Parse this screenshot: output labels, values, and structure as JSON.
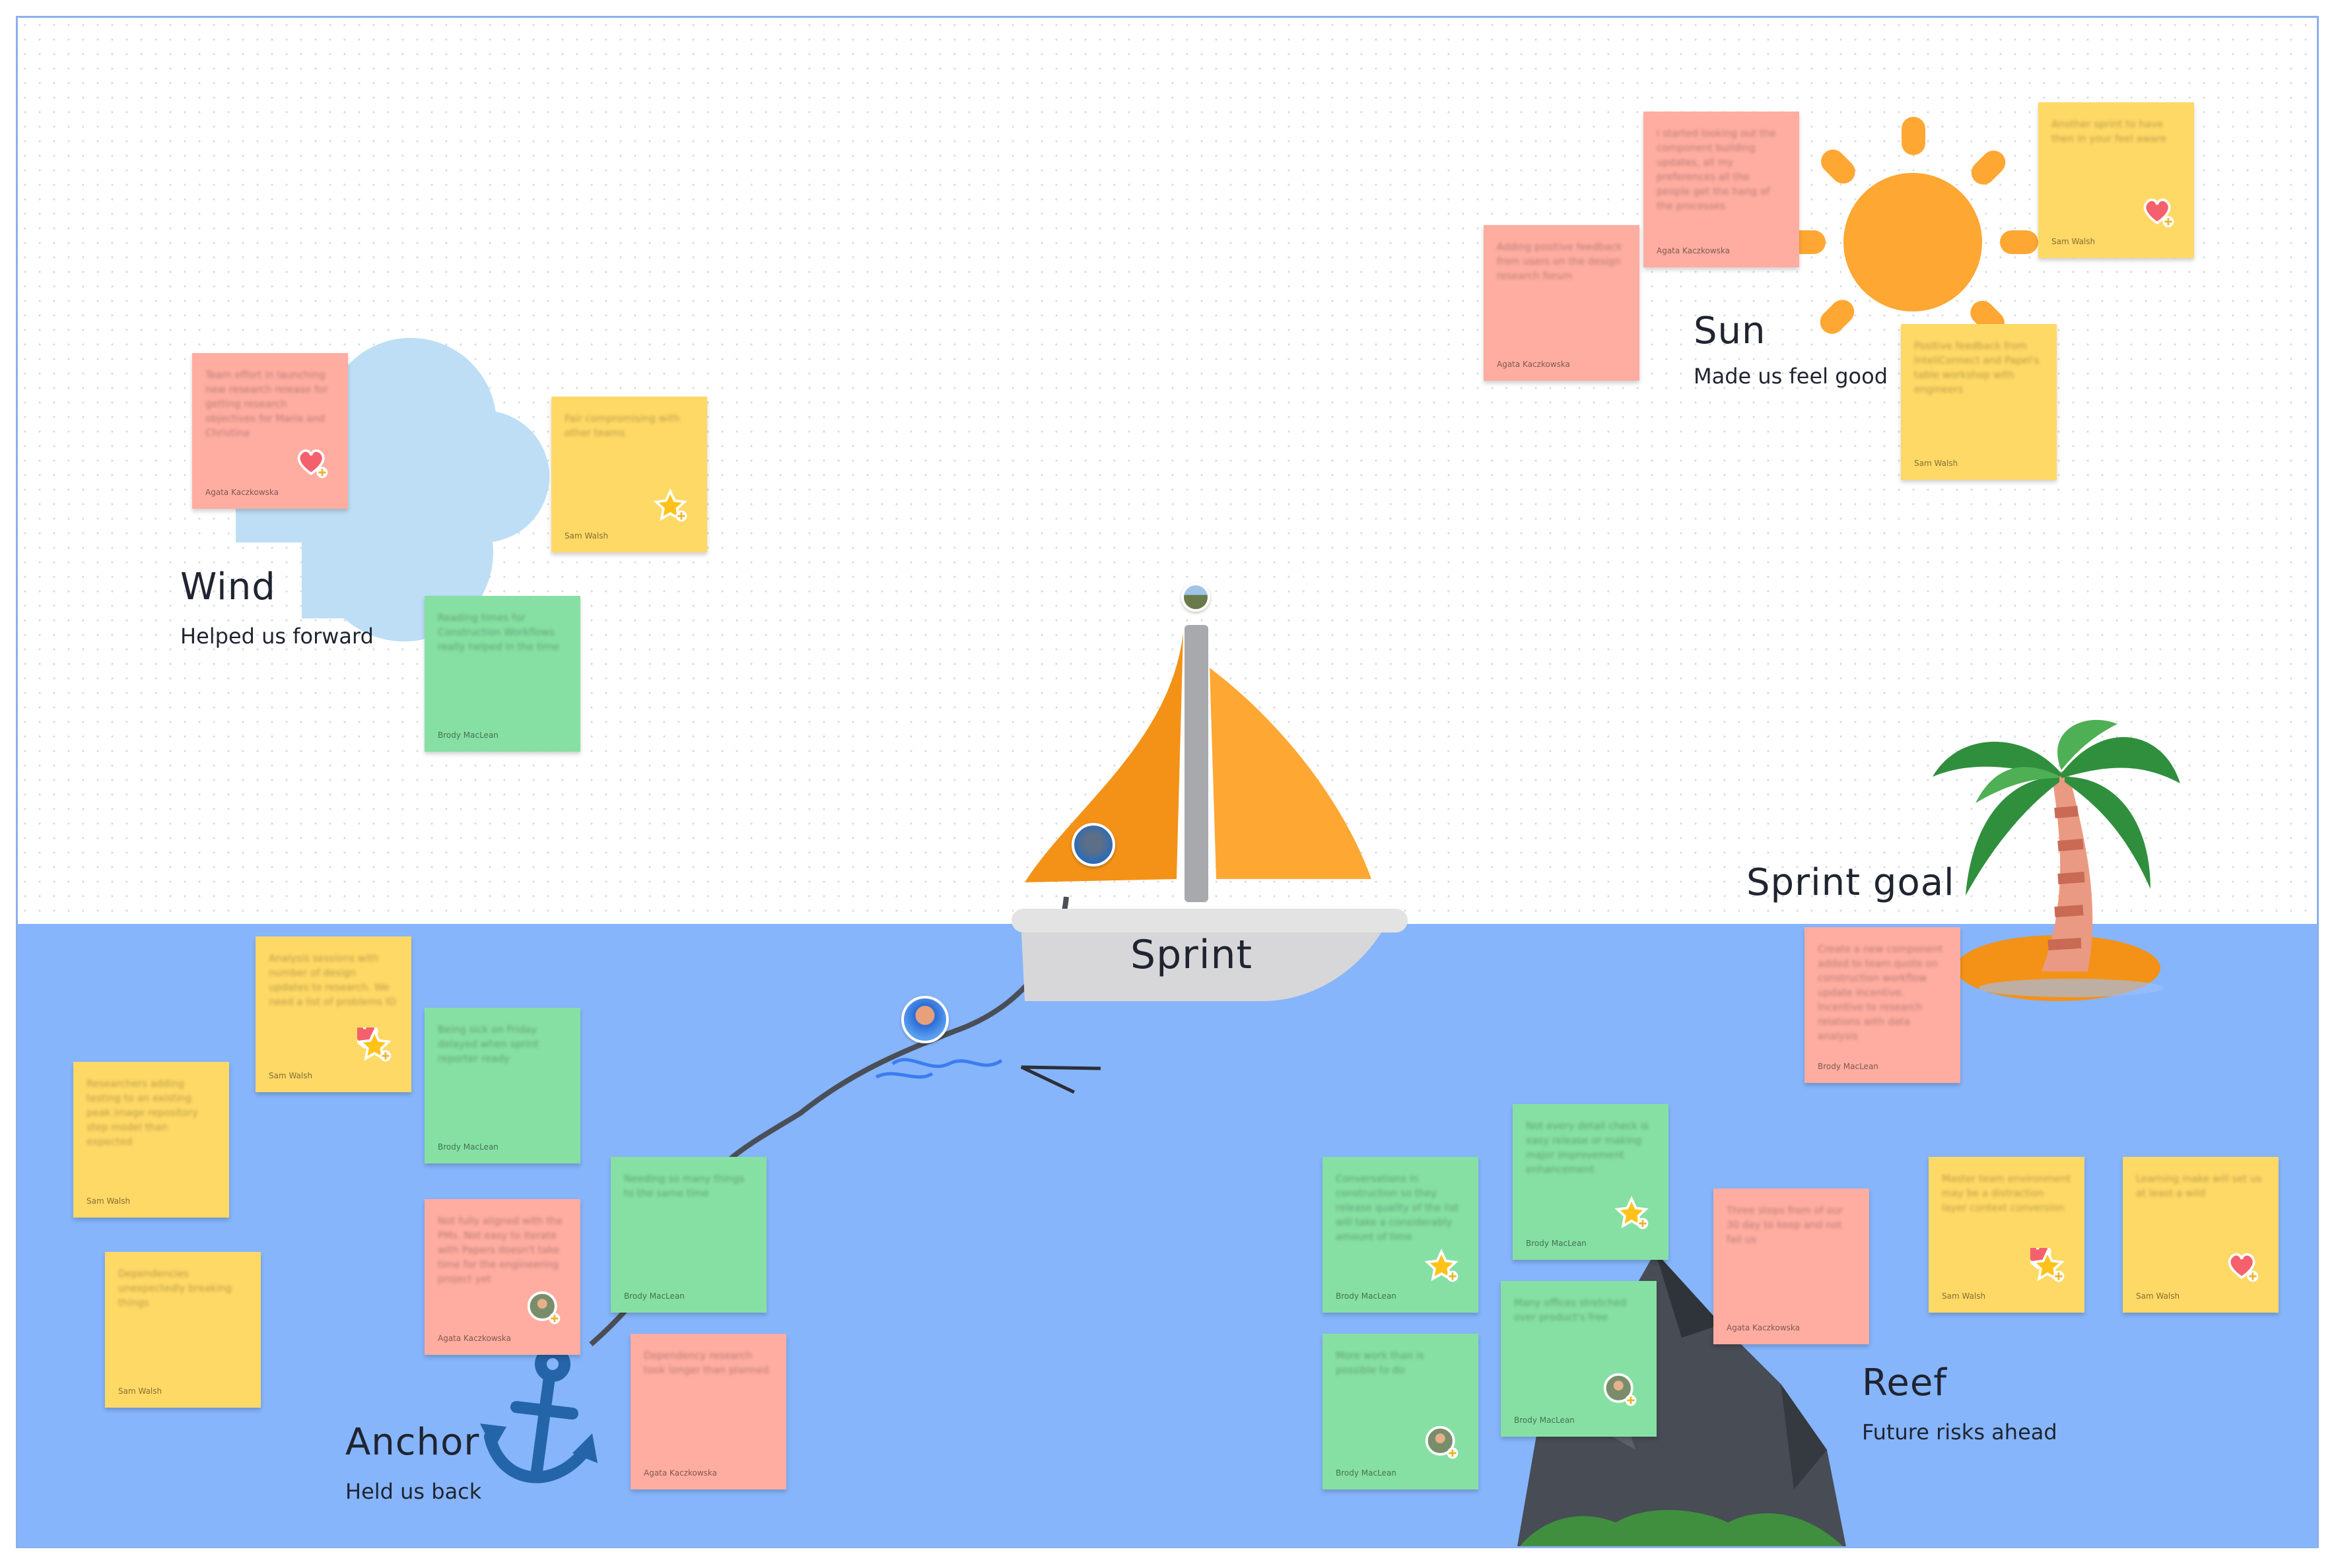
{
  "frames": {
    "wind": {
      "title": "Wind",
      "subtitle": "Helped us forward"
    },
    "sun": {
      "title": "Sun",
      "subtitle": "Made us feel good"
    },
    "sprint_goal": {
      "title": "Sprint goal"
    },
    "anchor": {
      "title": "Anchor",
      "subtitle": "Held us back"
    },
    "reef": {
      "title": "Reef",
      "subtitle": "Future risks ahead"
    },
    "boat": {
      "label": "Sprint"
    }
  },
  "notes": [
    {
      "color": "pink",
      "author": "Agata Kaczkowska",
      "text": "Team effort in launching new research release for getting research objectives for Maria and Christina",
      "sticker": "heart-sticker"
    },
    {
      "color": "yellow",
      "author": "Sam Walsh",
      "text": "Fair compromising with other teams",
      "sticker": "star-sticker"
    },
    {
      "color": "green",
      "author": "Brody MacLean",
      "text": "Reading times for Construction Workflows really helped in the time",
      "sticker": ""
    },
    {
      "color": "pink",
      "author": "Agata Kaczkowska",
      "text": "Adding positive feedback from users on the design research forum",
      "sticker": ""
    },
    {
      "color": "pink",
      "author": "Agata Kaczkowska",
      "text": "I started looking out the component building updates, all my preferences all the people get the hang of the processes",
      "sticker": ""
    },
    {
      "color": "yellow",
      "author": "Sam Walsh",
      "text": "Another sprint to have then in your feel aware",
      "sticker": "heart-sticker"
    },
    {
      "color": "yellow",
      "author": "Sam Walsh",
      "text": "Positive feedback from InteliConnect and Papel's table workshop with engineers",
      "sticker": ""
    },
    {
      "color": "pink",
      "author": "Brody MacLean",
      "text": "Create a new component added to team quote on construction workflow update incentive. Incentive to research relations with data analysis",
      "sticker": ""
    },
    {
      "color": "yellow",
      "author": "Sam Walsh",
      "text": "Analysis sessions with number of design updates to research. We need a list of problems ID",
      "sticker": "heart-star-sticker"
    },
    {
      "color": "yellow",
      "author": "Sam Walsh",
      "text": "Researchers adding testing to an existing peak image repository step model than expected",
      "sticker": ""
    },
    {
      "color": "yellow",
      "author": "Sam Walsh",
      "text": "Dependencies unexpectedly breaking things",
      "sticker": ""
    },
    {
      "color": "green",
      "author": "Brody MacLean",
      "text": "Being sick on Friday delayed when sprint reporter ready",
      "sticker": ""
    },
    {
      "color": "pink",
      "author": "Agata Kaczkowska",
      "text": "Not fully aligned with the PMs. Not easy to iterate with Papers doesn't take time for the engineering project yet",
      "sticker": "avatar-sticker"
    },
    {
      "color": "green",
      "author": "Brody MacLean",
      "text": "Needing so many things to the same time",
      "sticker": ""
    },
    {
      "color": "pink",
      "author": "Agata Kaczkowska",
      "text": "Dependency research took longer than planned",
      "sticker": ""
    },
    {
      "color": "green",
      "author": "Brody MacLean",
      "text": "Conversations in construction so they release quality of the list will take a considerably amount of time",
      "sticker": "star-sticker"
    },
    {
      "color": "green",
      "author": "Brody MacLean",
      "text": "Not every detail check is easy release or making major improvement enhancement",
      "sticker": "star-sticker"
    },
    {
      "color": "pink",
      "author": "Agata Kaczkowska",
      "text": "Three steps from of our 30 day to keep and not fail us",
      "sticker": ""
    },
    {
      "color": "yellow",
      "author": "Sam Walsh",
      "text": "Master team environment may be a distraction layer context conversion",
      "sticker": "heart-star-sticker"
    },
    {
      "color": "yellow",
      "author": "Sam Walsh",
      "text": "Learning make will set us at least a wild",
      "sticker": "heart-sticker"
    },
    {
      "color": "green",
      "author": "Brody MacLean",
      "text": "Many offices stretched over product's free",
      "sticker": "avatar-sticker"
    },
    {
      "color": "green",
      "author": "Brody MacLean",
      "text": "More work than is possible to do",
      "sticker": "avatar-sticker"
    }
  ],
  "colors": {
    "sea": "#86b5fc",
    "sail": "#f39217",
    "sun": "#ffa733",
    "cloud": "#bddef5",
    "reef": "#474c55",
    "anchor": "#2464a8"
  }
}
